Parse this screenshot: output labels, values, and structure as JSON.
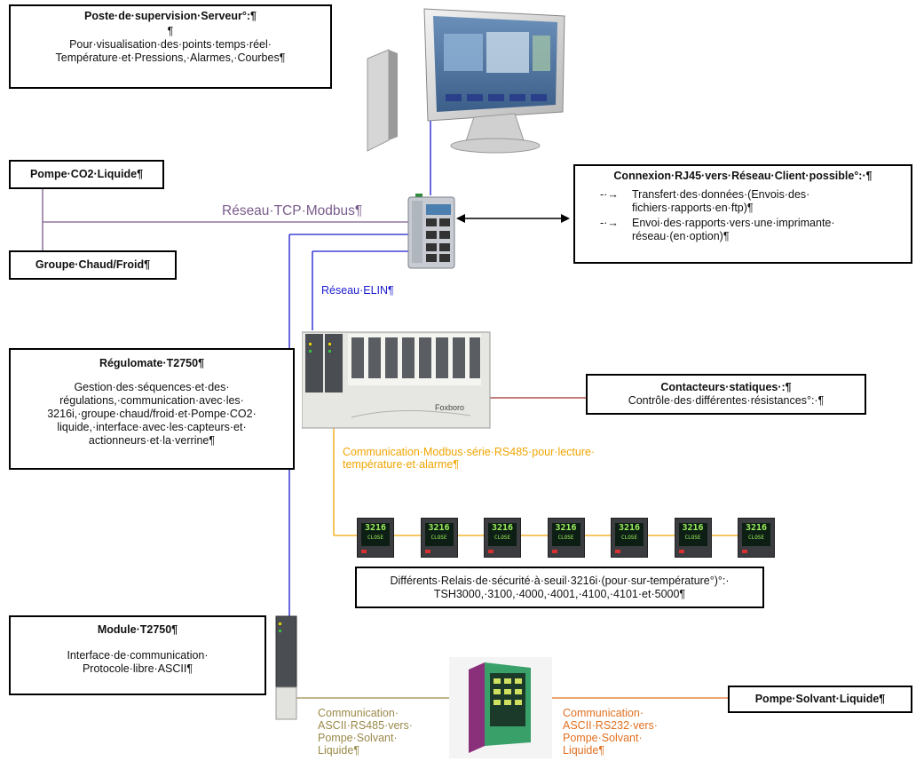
{
  "server_box": {
    "title": "Poste·de·supervision·Serveur°:¶",
    "lines": [
      "¶",
      "Pour·visualisation·des·points·temps·réel·",
      "Température·et·Pressions,·Alarmes,·Courbes¶"
    ]
  },
  "pump_co2": {
    "title": "Pompe·CO2·Liquide¶"
  },
  "hot_cold": {
    "title": "Groupe·Chaud/Froid¶"
  },
  "tcp_label": "Réseau·TCP·Modbus¶",
  "elin_label": "Réseau·ELIN¶",
  "rj45_box": {
    "title": "Connexion·RJ45·vers·Réseau·Client·possible°:·¶",
    "bullets": [
      {
        "dash": "-·→",
        "text": "Transfert·des·données·(Envois·des· fichiers·rapports·en·ftp)¶"
      },
      {
        "dash": "-·→",
        "text": "Envoi·des·rapports·vers·une·imprimante· réseau·(en·option)¶"
      }
    ]
  },
  "regulomate_box": {
    "title": "Régulomate·T2750¶",
    "lines": [
      "Gestion·des·séquences·et·des·",
      "régulations,·communication·avec·les·",
      "3216i,·groupe·chaud/froid·et·Pompe·CO2·",
      "liquide,·interface·avec·les·capteurs·et·",
      "actionneurs·et·la·verrine¶"
    ]
  },
  "contactors_box": {
    "title": "Contacteurs·statiques·:¶",
    "line": "Contrôle·des·différentes·résistances°:·¶"
  },
  "modbus_label": [
    "Communication·Modbus·série·RS485·pour·lecture·",
    "température·et·alarme¶"
  ],
  "relays_box": {
    "lines": [
      "Différents·Relais·de·sécurité·à·seuil·3216i·(pour·sur-température°)°:·",
      "TSH3000,·3100,·4000,·4001,·4100,·4101·et·5000¶"
    ]
  },
  "relay_display": {
    "top": "3216",
    "bottom": "CLOSE"
  },
  "module_box": {
    "title": "Module·T2750¶",
    "lines": [
      "Interface·de·communication·",
      "Protocole·libre·ASCII¶"
    ]
  },
  "rs485_label": [
    "Communication·",
    "ASCII·RS485·vers·",
    "Pompe·Solvant·",
    "Liquide¶"
  ],
  "rs232_label": [
    "Communication·",
    "ASCII·RS232·vers·",
    "Pompe·Solvant·",
    "Liquide¶"
  ],
  "pump_solvent": {
    "title": "Pompe·Solvant·Liquide¶"
  },
  "foxboro_label": "Foxboro",
  "colors": {
    "tcp": "#7a5c8c",
    "elin": "#1a1ad0",
    "contactor_line": "#a03030",
    "modbus": "#f0a500",
    "rs485": "#9a8a4a",
    "rs232": "#e07020"
  }
}
